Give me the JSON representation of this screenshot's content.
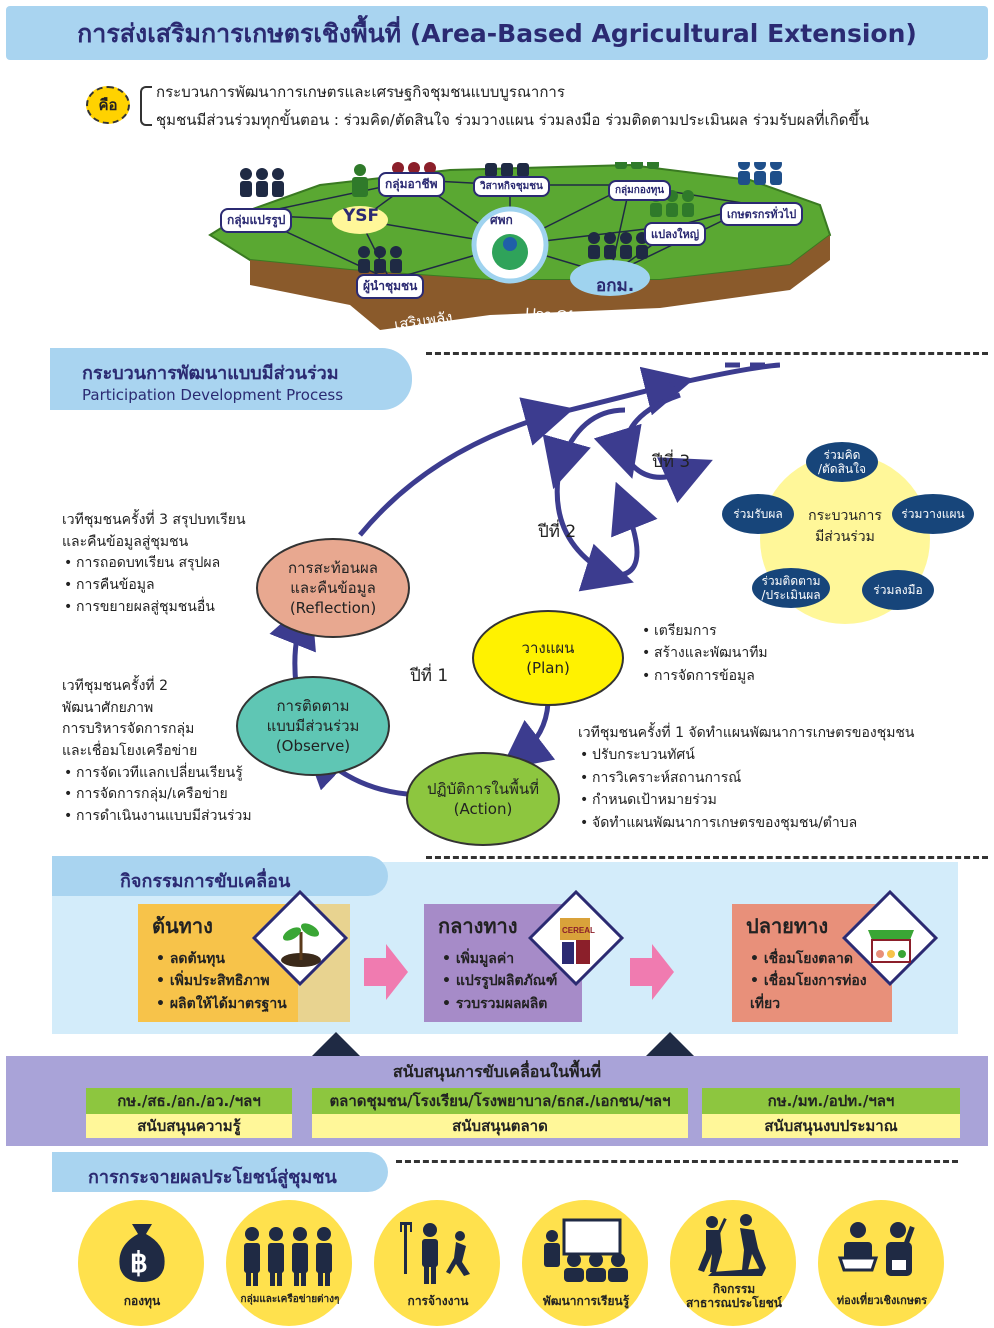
{
  "title": "การส่งเสริมการเกษตรเชิงพื้นที่ (Area-Based Agricultural Extension)",
  "definition": {
    "badge": "คือ",
    "lines": [
      "กระบวนการพัฒนาการเกษตรและเศรษฐกิจชุมชนแบบบูรณาการ",
      "ชุมชนมีส่วนร่วมทุกขั้นตอน : ร่วมคิด/ตัดสินใจ ร่วมวางแผน ร่วมลงมือ ร่วมติดตามประเมินผล ร่วมรับผลที่เกิดขึ้น"
    ]
  },
  "network": {
    "groups": [
      "กลุ่มแปรรูป",
      "YSF",
      "กลุ่มอาชีพ",
      "วิสาหกิจชุมชน",
      "กลุ่มกองทุน",
      "เกษตรกรทั่วไป",
      "แปลงใหญ่",
      "ผู้นำชุมชน",
      "อกม."
    ],
    "center": "ศพก",
    "base_left": "เสริมพลัง",
    "base_right": "Use Of output"
  },
  "participation": {
    "title": "กระบวนการพัฒนาแบบมีส่วนร่วม",
    "subtitle": "Participation Development Process",
    "years": [
      "ปีที่ 1",
      "ปีที่ 2",
      "ปีที่ 3"
    ],
    "nodes": {
      "plan": [
        "วางแผน",
        "(Plan)"
      ],
      "action": [
        "ปฏิบัติการในพื้นที่",
        "(Action)"
      ],
      "observe": [
        "การติดตาม",
        "แบบมีส่วนร่วม",
        "(Observe)"
      ],
      "reflection": [
        "การสะท้อนผล",
        "และคืนข้อมูล",
        "(Reflection)"
      ]
    },
    "plan_notes": [
      "เตรียมการ",
      "สร้างและพัฒนาทีม",
      "การจัดการข้อมูล"
    ],
    "forum1": {
      "heading": "เวทีชุมชนครั้งที่ 1 จัดทำแผนพัฒนาการเกษตรของชุมชน",
      "items": [
        "ปรับกระบวนทัศน์",
        "การวิเคราะห์สถานการณ์",
        "กำหนดเป้าหมายร่วม",
        "จัดทำแผนพัฒนาการเกษตรของชุมชน/ตำบล"
      ]
    },
    "forum2": {
      "heading": [
        "เวทีชุมชนครั้งที่ 2",
        "พัฒนาศักยภาพ",
        "การบริหารจัดการกลุ่ม",
        "และเชื่อมโยงเครือข่าย"
      ],
      "items": [
        "การจัดเวทีแลกเปลี่ยนเรียนรู้",
        "การจัดการกลุ่ม/เครือข่าย",
        "การดำเนินงานแบบมีส่วนร่วม"
      ]
    },
    "forum3": {
      "heading": [
        "เวทีชุมชนครั้งที่ 3 สรุปบทเรียน",
        "และคืนข้อมูลสู่ชุมชน"
      ],
      "items": [
        "การถอดบทเรียน สรุปผล",
        "การคืนข้อมูล",
        "การขยายผลสู่ชุมชนอื่น"
      ]
    },
    "mini_cycle": {
      "center": [
        "กระบวนการ",
        "มีส่วนร่วม"
      ],
      "nodes": [
        [
          "ร่วมคิด",
          "/ตัดสินใจ"
        ],
        [
          "ร่วมวางแผน"
        ],
        [
          "ร่วมลงมือ"
        ],
        [
          "ร่วมติดตาม",
          "/ประเมินผล"
        ],
        [
          "ร่วมรับผล"
        ]
      ]
    }
  },
  "activities": {
    "title": "กิจกรรมการขับเคลื่อน",
    "stages": [
      {
        "name": "ต้นทาง",
        "items": [
          "ลดต้นทุน",
          "เพิ่มประสิทธิภาพ",
          "ผลิตให้ได้มาตรฐาน"
        ]
      },
      {
        "name": "กลางทาง",
        "items": [
          "เพิ่มมูลค่า",
          "แปรรูปผลิตภัณฑ์",
          "รวบรวมผลผลิต"
        ]
      },
      {
        "name": "ปลายทาง",
        "items": [
          "เชื่อมโยงตลาด",
          "เชื่อมโยงการท่องเที่ยว"
        ]
      }
    ],
    "product_label": "CEREAL"
  },
  "support": {
    "title": "สนับสนุนการขับเคลื่อนในพื้นที่",
    "columns": [
      {
        "agencies": "กษ./สธ./อก./อว./ฯลฯ",
        "type": "สนับสนุนความรู้"
      },
      {
        "agencies": "ตลาดชุมชน/โรงเรียน/โรงพยาบาล/ธกส./เอกชน/ฯลฯ",
        "type": "สนับสนุนตลาด"
      },
      {
        "agencies": "กษ./มท./อปท./ฯลฯ",
        "type": "สนับสนุนงบประมาณ"
      }
    ]
  },
  "benefits": {
    "title": "การกระจายผลประโยชน์สู่ชุมชน",
    "items": [
      {
        "label": "กองทุน",
        "icon": "money-bag-icon",
        "symbol": "฿"
      },
      {
        "label": "กลุ่มและเครือข่ายต่างๆ",
        "icon": "group-people-icon"
      },
      {
        "label": "การจ้างงาน",
        "icon": "farm-worker-icon"
      },
      {
        "label": "พัฒนาการเรียนรู้",
        "icon": "classroom-icon"
      },
      {
        "label": "กิจกรรม สาธารณประโยชน์",
        "icon": "public-work-icon"
      },
      {
        "label": "ท่องเที่ยวเชิงเกษตร",
        "icon": "tourism-icon"
      }
    ]
  }
}
